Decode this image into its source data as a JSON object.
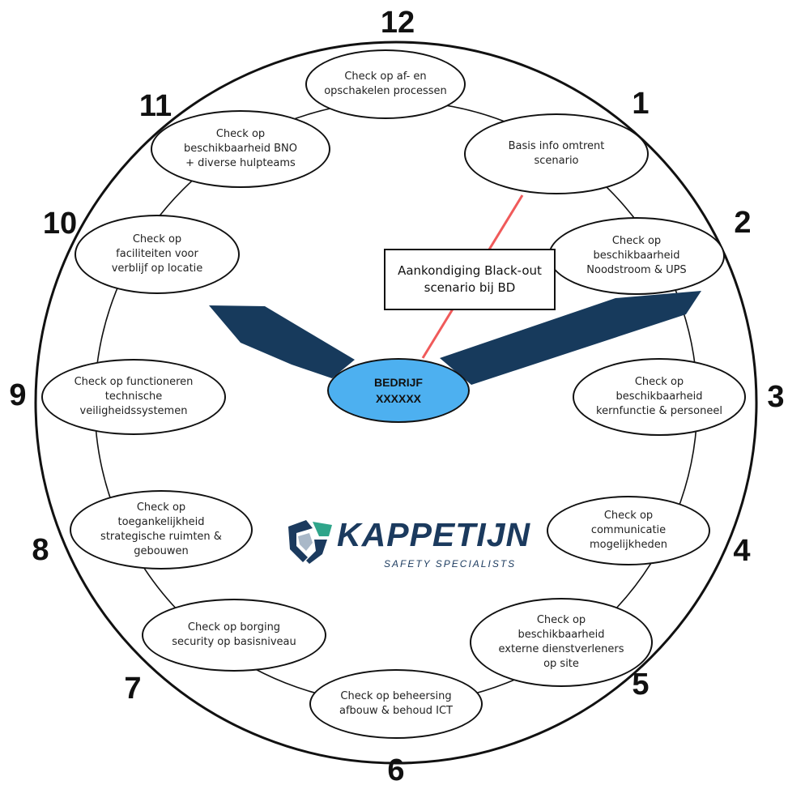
{
  "colors": {
    "outline": "#111111",
    "hands": "#173a5c",
    "second_hand": "#f05a5a",
    "center_fill": "#4db0f0",
    "logo_navy": "#1b3a5e",
    "logo_teal": "#2fa58a",
    "logo_light": "#a9b8c8"
  },
  "hour_numbers": [
    "12",
    "1",
    "2",
    "3",
    "4",
    "5",
    "6",
    "7",
    "8",
    "9",
    "10",
    "11"
  ],
  "steps": [
    {
      "hour": "12",
      "text": "Check op af- en\nopschakelen processen"
    },
    {
      "hour": "1",
      "text": "Basis info omtrent\nscenario"
    },
    {
      "hour": "2",
      "text": "Check op\nbeschikbaarheid\nNoodstroom & UPS"
    },
    {
      "hour": "3",
      "text": "Check op\nbeschikbaarheid\nkernfunctie & personeel"
    },
    {
      "hour": "4",
      "text": "Check op\ncommunicatie\nmogelijkheden"
    },
    {
      "hour": "5",
      "text": "Check op\nbeschikbaarheid\nexterne dienstverleners\nop site"
    },
    {
      "hour": "6",
      "text": "Check op beheersing\nafbouw & behoud ICT"
    },
    {
      "hour": "7",
      "text": "Check op borging\nsecurity op basisniveau"
    },
    {
      "hour": "8",
      "text": "Check op\ntoegankelijkheid\nstrategische ruimten &\ngebouwen"
    },
    {
      "hour": "9",
      "text": "Check op functioneren\ntechnische\nveiligheidssystemen"
    },
    {
      "hour": "10",
      "text": "Check op\nfaciliteiten voor\nverblijf op locatie"
    },
    {
      "hour": "11",
      "text": "Check op\nbeschikbaarheid BNO\n + diverse hulpteams"
    }
  ],
  "center": {
    "text": "BEDRIJF\nXXXXXX"
  },
  "announcement": {
    "text": "Aankondiging Black-out\nscenario bij BD"
  },
  "logo": {
    "name": "KAPPETIJN",
    "tagline": "SAFETY SPECIALISTS",
    "icon": "shield-logo-icon"
  }
}
